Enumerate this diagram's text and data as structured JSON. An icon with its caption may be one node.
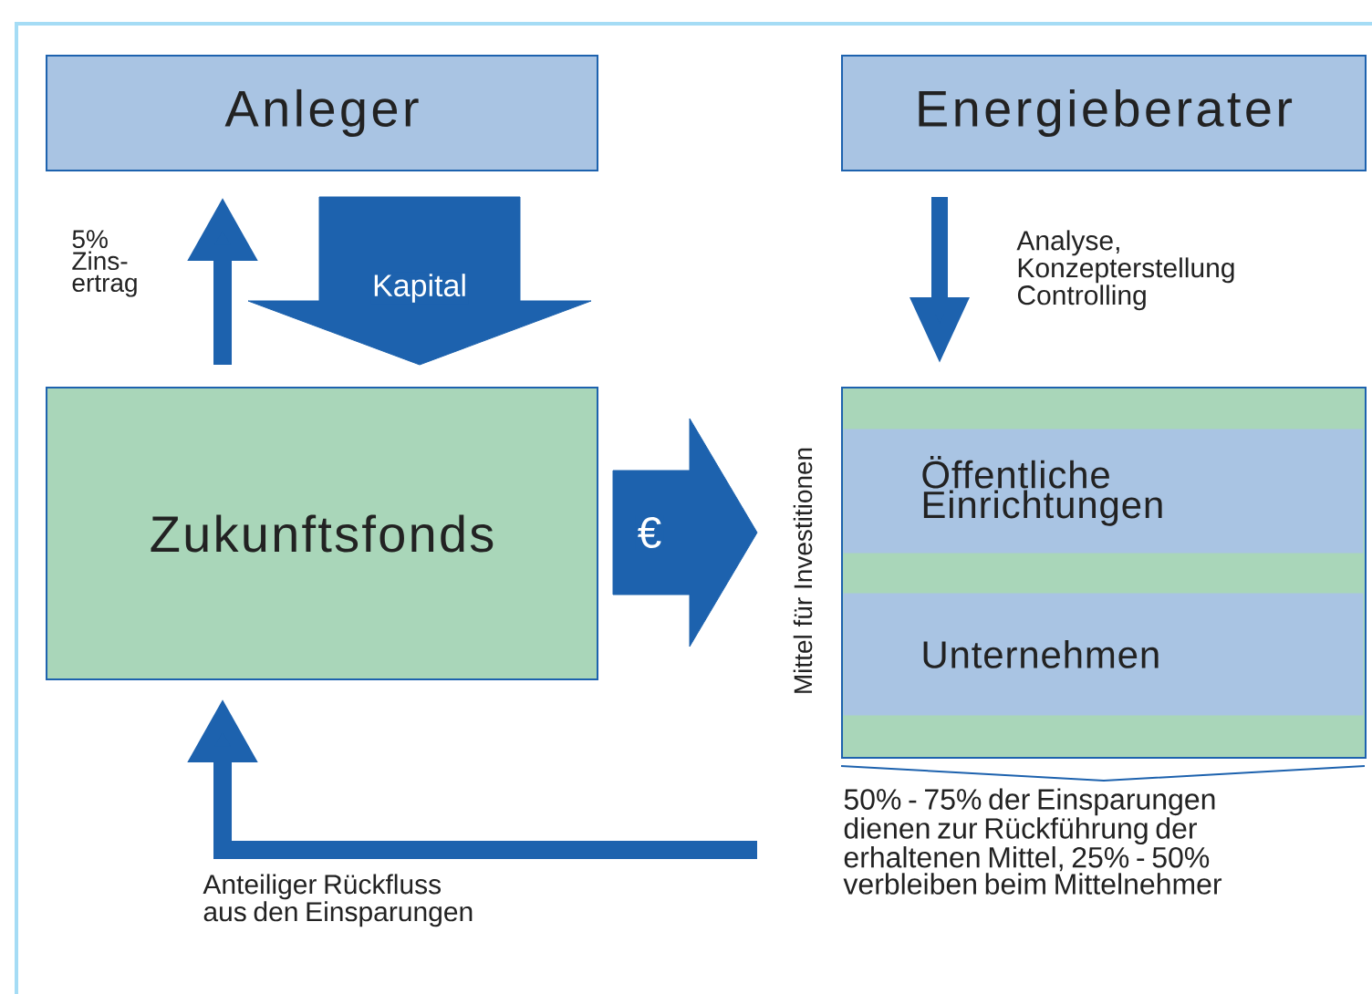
{
  "diagram": {
    "nodes": [
      {
        "text": [
          "Anleger"
        ]
      },
      {
        "text": [
          "Energieberater"
        ]
      },
      {
        "text": [
          "Zukunftsfonds"
        ]
      },
      {
        "text": [
          "Mittel für Investitionen"
        ],
        "beside": [
          "50% - 75% der Einsparungen dienen zur Rückführung der erhaltenen Mittel, 25% - 50% verbleiben beim Mittelnehmer"
        ]
      },
      {
        "text": [
          "Öffentliche Einrichtungen"
        ],
        "in": 3
      },
      {
        "text": [
          "Unternehmen"
        ],
        "in": 3
      }
    ],
    "edges": [
      {
        "from": 2,
        "to": 0,
        "arrow": "to",
        "label": "5% Zins- ertrag"
      },
      {
        "from": 0,
        "to": 2,
        "arrow": "to",
        "label": "Kapital",
        "style": "thick"
      },
      {
        "from": 1,
        "to": 3,
        "arrow": "to",
        "label": "Analyse, Konzepterstellung Controlling"
      },
      {
        "from": 2,
        "to": 3,
        "arrow": "to",
        "label": "€",
        "style": "thick"
      },
      {
        "from": 3,
        "to": 2,
        "arrow": "to",
        "label": "Anteiliger Rückfluss aus den Einsparungen"
      }
    ]
  }
}
